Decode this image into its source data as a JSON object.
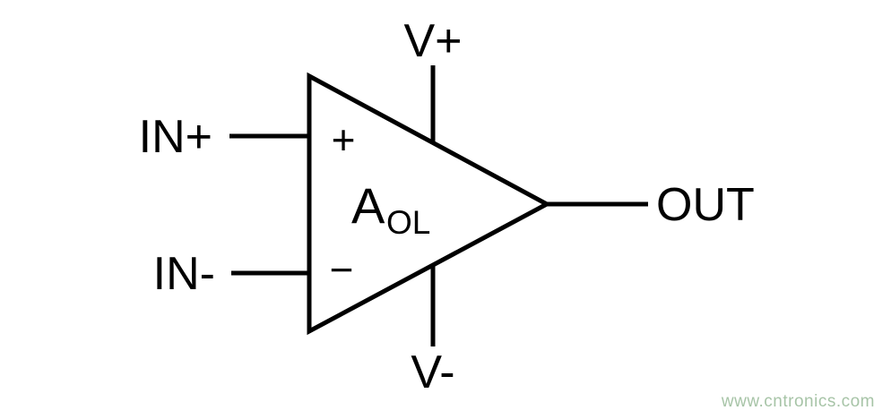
{
  "colors": {
    "line": "#000000",
    "background": "#ffffff",
    "watermark": "#a7c4a7"
  },
  "diagram": {
    "type": "op-amp-symbol",
    "pins": {
      "v_plus": "V+",
      "v_minus": "V-",
      "in_plus": "IN+",
      "in_minus": "IN-",
      "out": "OUT"
    },
    "symbols": {
      "plus": "+",
      "minus": "−"
    },
    "gain": {
      "base": "A",
      "subscript": "OL"
    }
  },
  "watermark": {
    "text": "www.cntronics.com"
  }
}
